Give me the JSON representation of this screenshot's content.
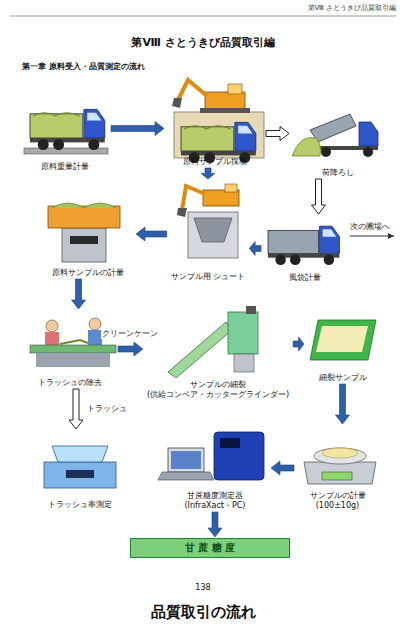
{
  "diagram": {
    "title": "第Ⅷ さとうきび品質取引編",
    "caption": "品質取引の流れ",
    "nodes": [
      {
        "text": [
          "原料重量計量"
        ]
      },
      {
        "text": [
          "原料サンプル採取"
        ]
      },
      {
        "text": [
          "荷降ろし"
        ]
      },
      {
        "text": [
          "原料サンプルの計量"
        ]
      },
      {
        "text": [
          "サンプル用 シュート"
        ]
      },
      {
        "text": [
          "風袋計量"
        ]
      },
      {
        "text": [
          "トラッシュの除去"
        ]
      },
      {
        "text": [
          "サンプルの細裂",
          "(供給コンベア・カッターグラインダー)"
        ]
      },
      {
        "text": [
          "細裂サンプル"
        ]
      },
      {
        "text": [
          "トラッシュ率測定"
        ]
      },
      {
        "text": [
          "甘蔗糖度測定器",
          "(InfraXact・PC)"
        ]
      },
      {
        "text": [
          "サンプルの計量",
          "(100±10g)"
        ]
      },
      {
        "text": [
          "甘 蔗 糖 度"
        ]
      }
    ],
    "edges": [
      {
        "from": 0,
        "to": 1,
        "arrow": "to"
      },
      {
        "from": 1,
        "to": 2,
        "arrow": "to"
      },
      {
        "from": 1,
        "to": 4,
        "arrow": "to"
      },
      {
        "from": 2,
        "to": 5,
        "arrow": "to"
      },
      {
        "from": 5,
        "to": 4,
        "arrow": "to"
      },
      {
        "from": 4,
        "to": 3,
        "arrow": "to"
      },
      {
        "from": 3,
        "to": 6,
        "arrow": "to"
      },
      {
        "from": 6,
        "to": 7,
        "label": "クリーンケーン",
        "arrow": "to"
      },
      {
        "from": 6,
        "to": 9,
        "label": "トラッシュ",
        "arrow": "to"
      },
      {
        "from": 7,
        "to": 8,
        "arrow": "to"
      },
      {
        "from": 8,
        "to": 11,
        "arrow": "to"
      },
      {
        "from": 11,
        "to": 10,
        "arrow": "to"
      },
      {
        "from": 10,
        "to": 12,
        "arrow": "to"
      }
    ],
    "labels": [
      "第Ⅷ さとうきび品質取引編",
      "第一章 原料受入・品質測定の流れ",
      "次の圃場へ",
      "138"
    ]
  }
}
